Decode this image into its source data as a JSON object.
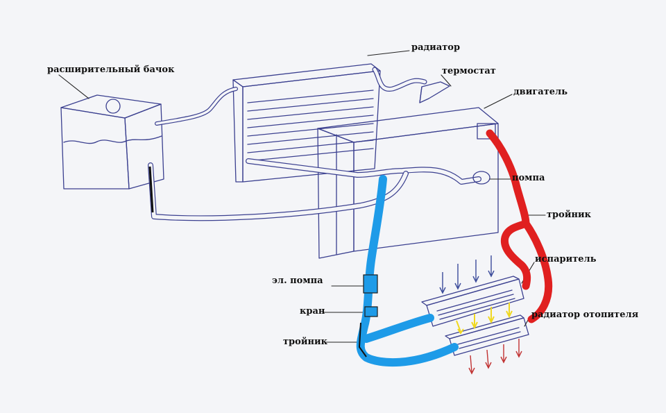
{
  "labels": {
    "expansion_tank": "расширительный бачок",
    "radiator": "радиатор",
    "thermostat": "термостат",
    "engine": "двигатель",
    "pump_engine": "помпа",
    "tee_red": "тройник",
    "evaporator": "испаритель",
    "heater_radiator": "радиатор отопителя",
    "electric_pump": "эл. помпа",
    "valve": "кран",
    "tee_blue": "тройник"
  },
  "colors": {
    "ink": "#3a3f8f",
    "hot_line": "#e02020",
    "cold_line": "#1e9be8",
    "cold_air_arrows": "#3a4a9a",
    "warm_air_arrows": "#f0e020",
    "hot_air_arrows": "#c03030",
    "background": "#f4f5f8"
  }
}
